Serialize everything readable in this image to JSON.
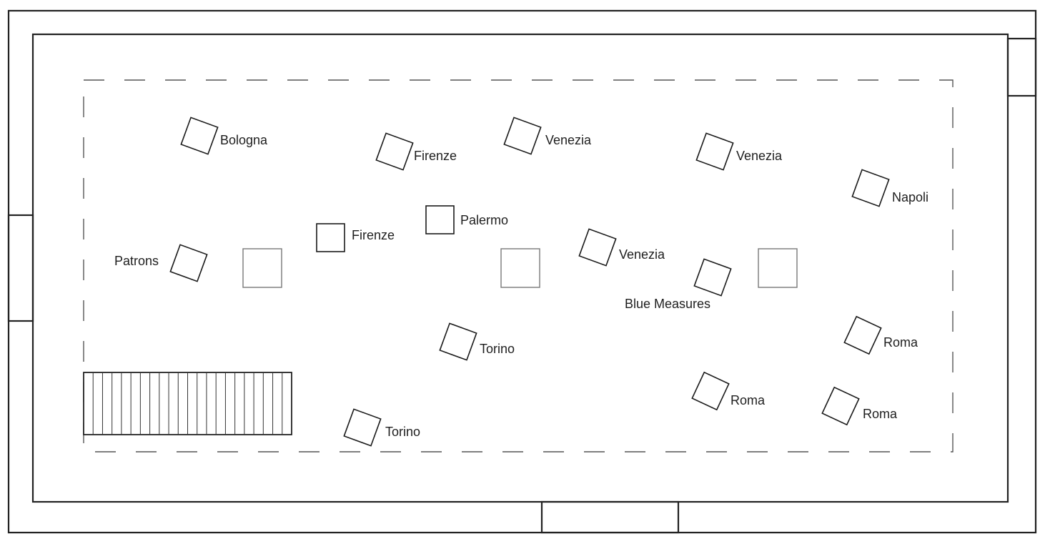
{
  "plan": {
    "title": "Gallery floor plan",
    "colors": {
      "wall": "#222222",
      "boundary": "#555555",
      "piece": "#1a1a1a",
      "pillar": "#777777",
      "label": "#1e1e1e"
    },
    "stair": {
      "treads": 22
    },
    "pieces": [
      {
        "id": "bologna",
        "label": "Bologna",
        "rotation": 20
      },
      {
        "id": "firenze-1",
        "label": "Firenze",
        "rotation": 20
      },
      {
        "id": "venezia-1",
        "label": "Venezia",
        "rotation": 20
      },
      {
        "id": "venezia-2",
        "label": "Venezia",
        "rotation": 20
      },
      {
        "id": "napoli",
        "label": "Napoli",
        "rotation": 20
      },
      {
        "id": "palermo",
        "label": "Palermo",
        "rotation": 0
      },
      {
        "id": "firenze-2",
        "label": "Firenze",
        "rotation": 0
      },
      {
        "id": "patrons",
        "label": "Patrons",
        "rotation": 20
      },
      {
        "id": "venezia-3",
        "label": "Venezia",
        "rotation": 20
      },
      {
        "id": "blue-measures",
        "label": "Blue Measures",
        "rotation": 20
      },
      {
        "id": "torino-1",
        "label": "Torino",
        "rotation": 20
      },
      {
        "id": "roma-1",
        "label": "Roma",
        "rotation": 25
      },
      {
        "id": "roma-2",
        "label": "Roma",
        "rotation": 25
      },
      {
        "id": "roma-3",
        "label": "Roma",
        "rotation": 25
      },
      {
        "id": "torino-2",
        "label": "Torino",
        "rotation": 20
      }
    ]
  }
}
